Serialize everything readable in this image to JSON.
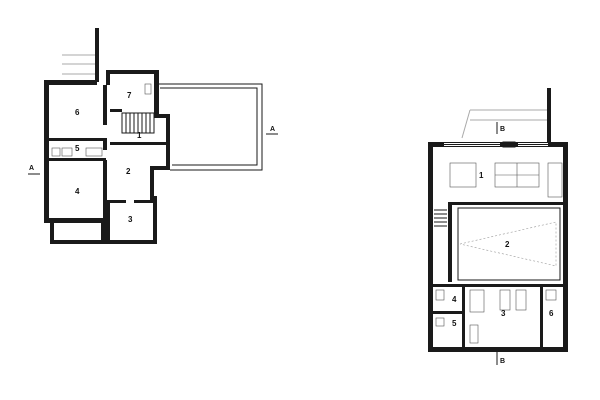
{
  "plans": [
    {
      "id": "left-plan",
      "rooms": [
        {
          "label": "1"
        },
        {
          "label": "2"
        },
        {
          "label": "3"
        },
        {
          "label": "4"
        },
        {
          "label": "5"
        },
        {
          "label": "6"
        },
        {
          "label": "7"
        }
      ],
      "section_marks": [
        {
          "label": "A"
        },
        {
          "label": "A"
        }
      ]
    },
    {
      "id": "right-plan",
      "rooms": [
        {
          "label": "1"
        },
        {
          "label": "2"
        },
        {
          "label": "3"
        },
        {
          "label": "4"
        },
        {
          "label": "5"
        },
        {
          "label": "6"
        }
      ],
      "section_marks": [
        {
          "label": "B"
        },
        {
          "label": "B"
        }
      ]
    }
  ]
}
